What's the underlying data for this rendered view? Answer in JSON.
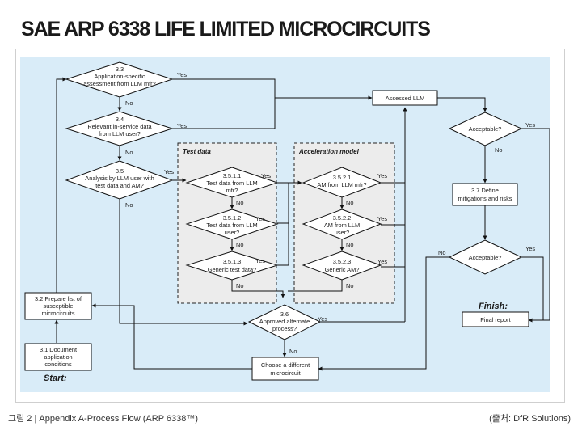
{
  "title": "SAE ARP 6338 LIFE LIMITED MICROCIRCUITS",
  "caption": "그림 2 | Appendix A-Process Flow (ARP 6338™)",
  "source": "(출처: DfR Solutions)",
  "colors": {
    "background": "#d9ecf8",
    "box_fill": "#ffffff",
    "line": "#111111"
  },
  "groups": {
    "test_data": "Test data",
    "acceleration_model": "Acceleration model"
  },
  "decisions": {
    "d33": {
      "num": "3.3",
      "l1": "Application-specific",
      "l2": "assessment  from LLM mfr?"
    },
    "d34": {
      "num": "3.4",
      "l1": "Relevant  in-service data",
      "l2": "from LLM user?"
    },
    "d35": {
      "num": "3.5",
      "l1": "Analysis by LLM user with",
      "l2": "test data and  AM?"
    },
    "d3511": {
      "num": "3.5.1.1",
      "l1": "Test data from LLM",
      "l2": "mfr?"
    },
    "d3512": {
      "num": "3.5.1.2",
      "l1": "Test data from LLM",
      "l2": "user?"
    },
    "d3513": {
      "num": "3.5.1.3",
      "l1": "Generic test data?",
      "l2": ""
    },
    "d3521": {
      "num": "3.5.2.1",
      "l1": "AM from LLM mfr?",
      "l2": ""
    },
    "d3522": {
      "num": "3.5.2.2",
      "l1": "AM from LLM",
      "l2": "user?"
    },
    "d3523": {
      "num": "3.5.2.3",
      "l1": "Generic AM?",
      "l2": ""
    },
    "d36": {
      "num": "3.6",
      "l1": "Approved  alternate",
      "l2": "process?"
    },
    "acc1": {
      "num": "",
      "l1": "Acceptable?",
      "l2": ""
    },
    "acc2": {
      "num": "",
      "l1": "Acceptable?",
      "l2": ""
    }
  },
  "boxes": {
    "assessed": "Assessed LLM",
    "b37_l1": "3.7 Define",
    "b37_l2": "mitigations and risks",
    "final": "Final report",
    "different_l1": "Choose a different",
    "different_l2": "microcircuit",
    "b32_l1": "3.2 Prepare list of",
    "b32_l2": "susceptible",
    "b32_l3": "microcircuits",
    "b31_l1": "3.1 Document",
    "b31_l2": "application",
    "b31_l3": "conditions"
  },
  "labels": {
    "start": "Start:",
    "finish": "Finish:",
    "yes": "Yes",
    "no": "No"
  }
}
